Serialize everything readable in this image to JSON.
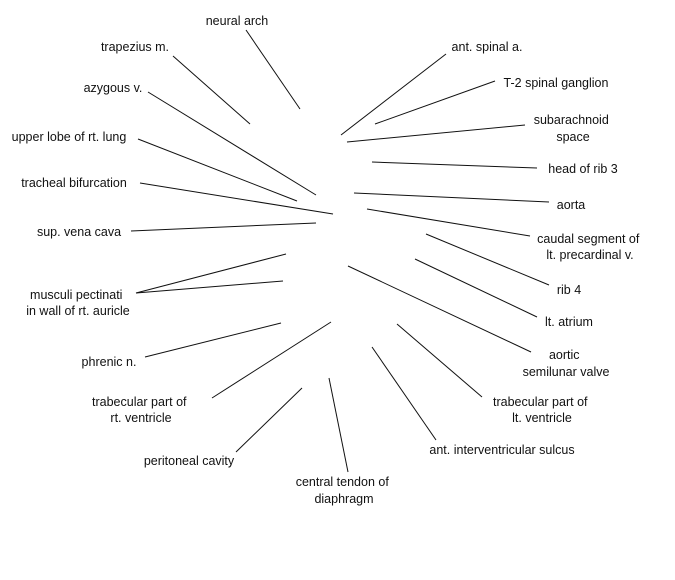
{
  "labels": [
    {
      "id": "neural-arch",
      "lines": [
        "neural arch"
      ]
    },
    {
      "id": "trapezius-m",
      "lines": [
        "trapezius m."
      ]
    },
    {
      "id": "azygous-v",
      "lines": [
        "azygous v."
      ]
    },
    {
      "id": "upper-lobe-of-rt-lung",
      "lines": [
        "upper lobe of rt. lung"
      ]
    },
    {
      "id": "tracheal-bifurcation",
      "lines": [
        "tracheal bifurcation"
      ]
    },
    {
      "id": "sup-vena-cava",
      "lines": [
        "sup. vena cava"
      ]
    },
    {
      "id": "musculi-pectinati",
      "lines": [
        "musculi pectinati",
        "in wall of rt. auricle"
      ]
    },
    {
      "id": "phrenic-n",
      "lines": [
        "phrenic n."
      ]
    },
    {
      "id": "trabecular-part-of-rt-ventricle",
      "lines": [
        "trabecular part of",
        "rt. ventricle"
      ]
    },
    {
      "id": "peritoneal-cavity",
      "lines": [
        "peritoneal cavity"
      ]
    },
    {
      "id": "central-tendon-of-diaphragm",
      "lines": [
        "central tendon of",
        "diaphragm"
      ]
    },
    {
      "id": "ant-interventricular-sulcus",
      "lines": [
        "ant. interventricular sulcus"
      ]
    },
    {
      "id": "trabecular-part-of-lt-ventricle",
      "lines": [
        "trabecular part of",
        "lt. ventricle"
      ]
    },
    {
      "id": "aortic-semilunar-valve",
      "lines": [
        "aortic",
        "semilunar valve"
      ]
    },
    {
      "id": "lt-atrium",
      "lines": [
        "lt. atrium"
      ]
    },
    {
      "id": "rib-4",
      "lines": [
        "rib 4"
      ]
    },
    {
      "id": "caudal-segment-of-lt-precardinal-v",
      "lines": [
        "caudal segment of",
        "lt. precardinal v."
      ]
    },
    {
      "id": "aorta",
      "lines": [
        "aorta"
      ]
    },
    {
      "id": "head-of-rib-3",
      "lines": [
        "head of rib 3"
      ]
    },
    {
      "id": "subarachnoid-space",
      "lines": [
        "subarachnoid",
        "space"
      ]
    },
    {
      "id": "t2-spinal-ganglion",
      "lines": [
        "T-2 spinal ganglion"
      ]
    },
    {
      "id": "ant-spinal-a",
      "lines": [
        "ant. spinal a."
      ]
    }
  ]
}
